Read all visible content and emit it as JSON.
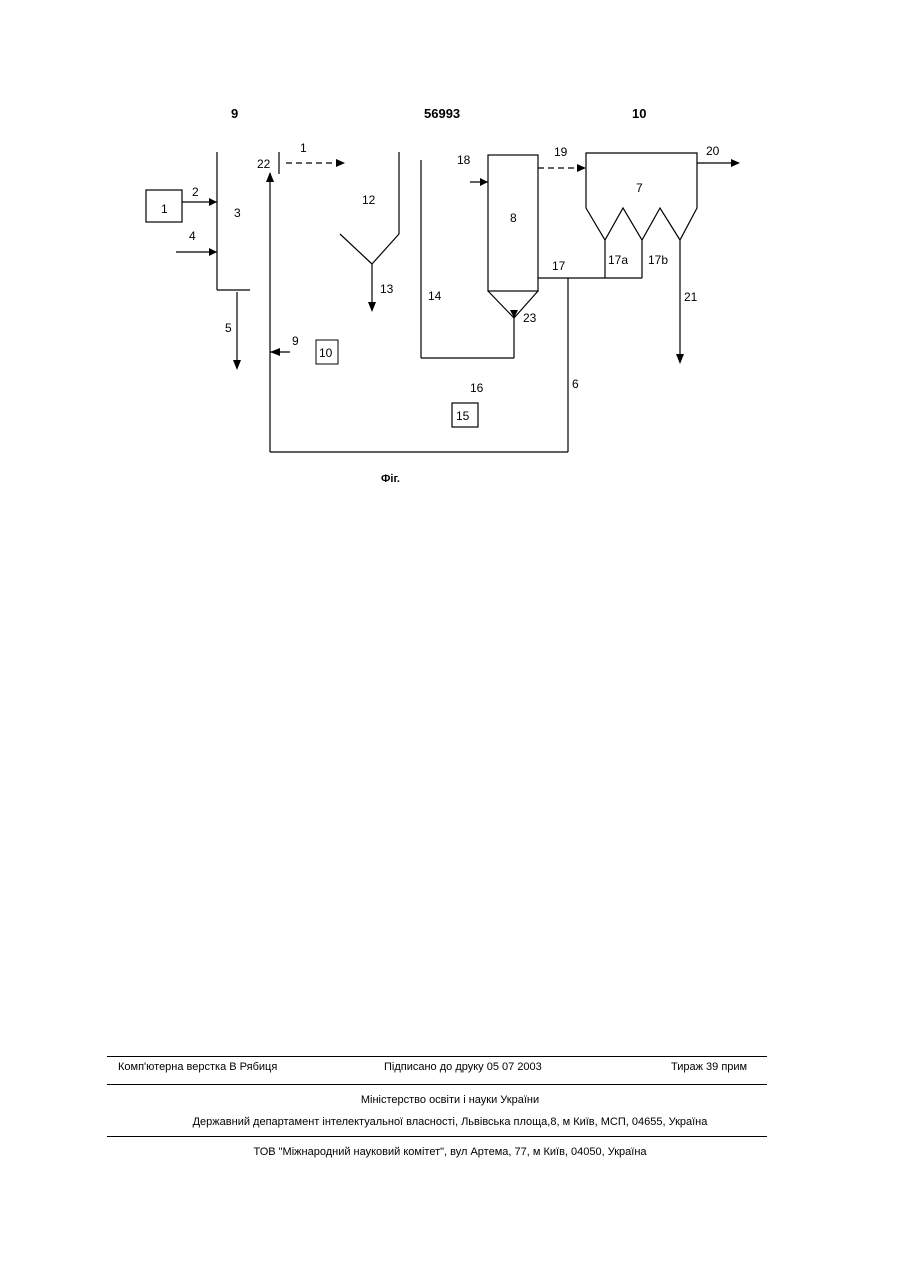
{
  "header": {
    "page_left": "9",
    "patent_number": "56993",
    "page_right": "10"
  },
  "figure": {
    "caption": "Фіг.",
    "labels": {
      "n1": "1",
      "n1b": "1",
      "n2": "2",
      "n3": "3",
      "n4": "4",
      "n5": "5",
      "n6": "6",
      "n7": "7",
      "n8": "8",
      "n9": "9",
      "n10": "10",
      "n12": "12",
      "n13": "13",
      "n14": "14",
      "n15": "15",
      "n16": "16",
      "n17": "17",
      "n17a": "17a",
      "n17b": "17b",
      "n18": "18",
      "n19": "19",
      "n20": "20",
      "n21": "21",
      "n22": "22",
      "n23": "23"
    }
  },
  "imprint": {
    "typesetting": "Комп'ютерна верстка В  Рябиця",
    "signed": "Підписано до друку 05 07 2003",
    "circulation": "Тираж 39 прим",
    "ministry": "Міністерство освіти і науки України",
    "department": "Державний департамент інтелектуальної власності, Львівська площа,8, м  Київ, МСП, 04655, Україна",
    "publisher": "ТОВ \"Міжнародний науковий комітет\", вул  Артема, 77, м  Київ, 04050, Україна"
  }
}
